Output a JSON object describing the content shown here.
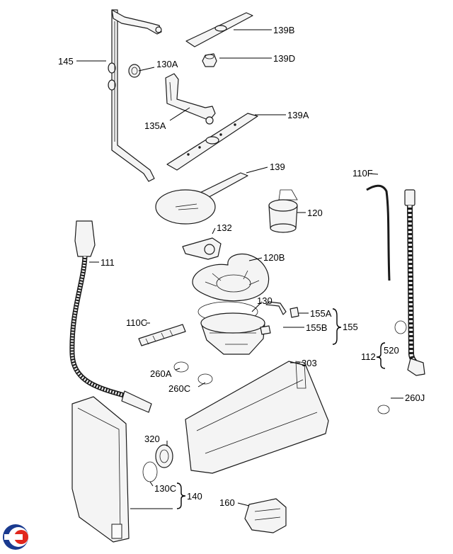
{
  "labels": {
    "p145": "145",
    "p130a": "130A",
    "p139b": "139B",
    "p139d": "139D",
    "p135a": "135A",
    "p139a": "139A",
    "p139": "139",
    "p110f": "110F",
    "p120": "120",
    "p132": "132",
    "p111": "111",
    "p120b": "120B",
    "p130": "130",
    "p155a": "155A",
    "p155b": "155B",
    "p155": "155",
    "p110c": "110C",
    "p520": "520",
    "p112": "112",
    "p303": "303",
    "p260a": "260A",
    "p260c": "260C",
    "p260j": "260J",
    "p320": "320",
    "p130c": "130C",
    "p140": "140",
    "p160": "160"
  },
  "logo": {
    "colors": [
      "#1a3a8f",
      "#e1261c"
    ]
  }
}
